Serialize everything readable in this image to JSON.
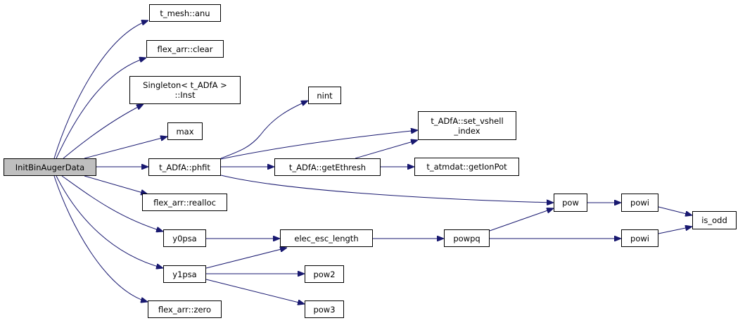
{
  "colors": {
    "edge": "#191970",
    "root_fill": "#bfbfbf",
    "node_fill": "#ffffff"
  },
  "nodes": {
    "root": "InitBinAugerData",
    "anu": "t_mesh::anu",
    "clear": "flex_arr::clear",
    "singleton_1": "Singleton< t_ADfA >",
    "singleton_2": "::Inst",
    "max": "max",
    "phfit": "t_ADfA::phfit",
    "realloc": "flex_arr::realloc",
    "y0psa": "y0psa",
    "y1psa": "y1psa",
    "zero": "flex_arr::zero",
    "nint": "nint",
    "set_vshell_1": "t_ADfA::set_vshell",
    "set_vshell_2": "_index",
    "getEthresh": "t_ADfA::getEthresh",
    "getIonPot": "t_atmdat::getIonPot",
    "elec_esc_length": "elec_esc_length",
    "pow2": "pow2",
    "pow3": "pow3",
    "pow": "pow",
    "powpq": "powpq",
    "powi_1": "powi",
    "powi_2": "powi",
    "is_odd": "is_odd"
  }
}
